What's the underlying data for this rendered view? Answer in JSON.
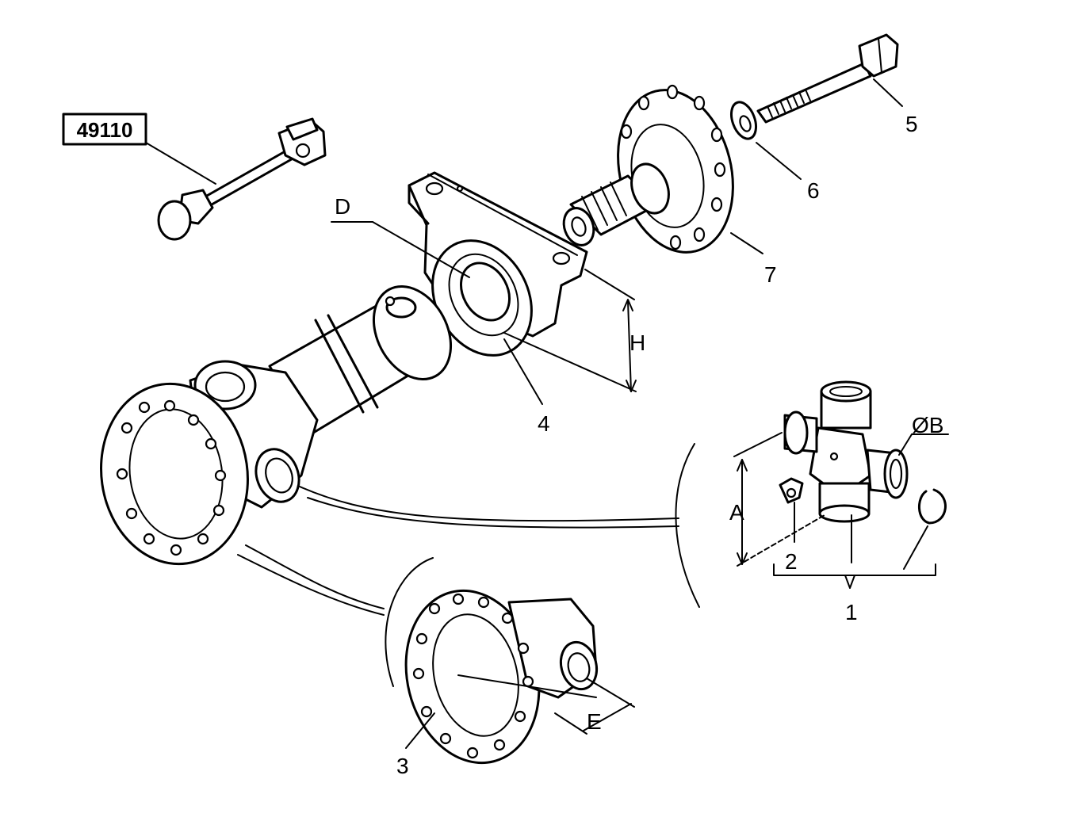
{
  "tool_reference": "49110",
  "callouts": {
    "item1": "1",
    "item2": "2",
    "item3": "3",
    "item4": "4",
    "item5": "5",
    "item6": "6",
    "item7": "7"
  },
  "dimensions": {
    "a": "A",
    "b": "ØB",
    "d": "D",
    "e": "E",
    "h": "H"
  }
}
